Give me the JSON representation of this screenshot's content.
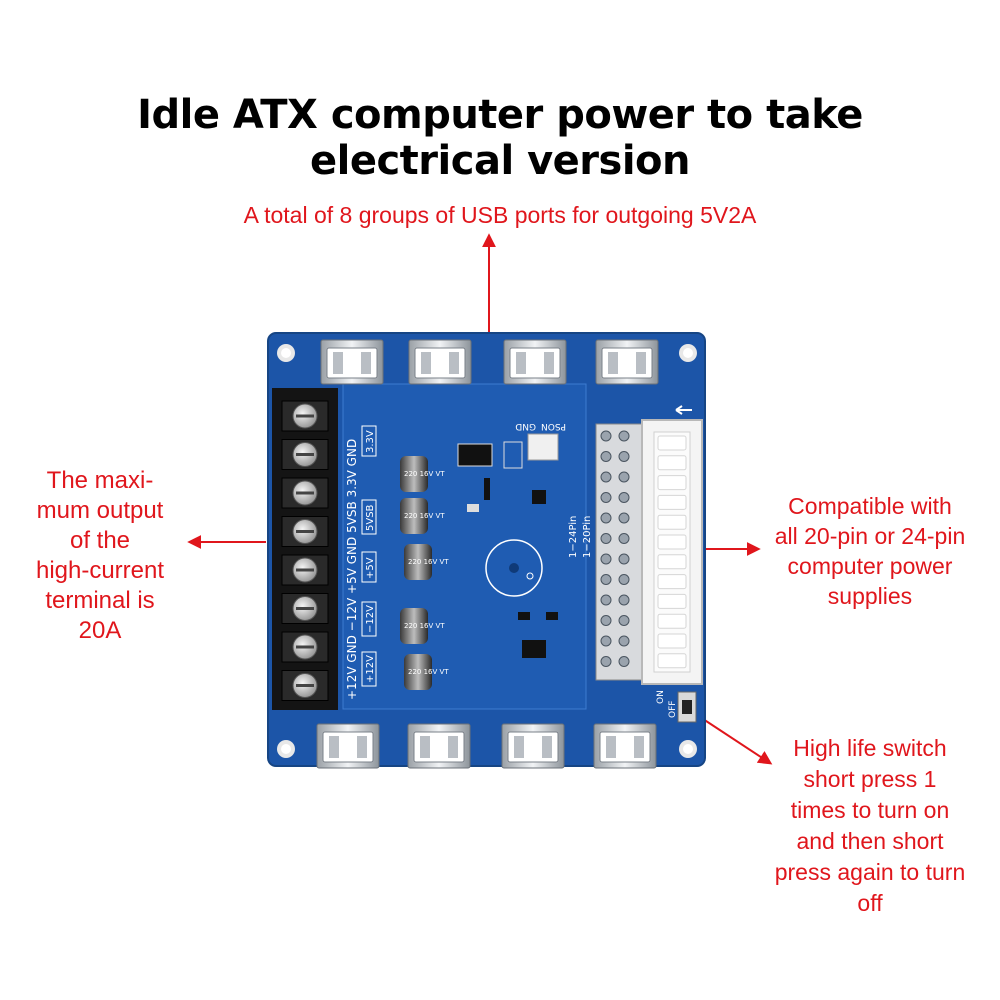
{
  "title": {
    "line1": "Idle ATX computer power to take",
    "line2": "electrical version"
  },
  "annotations": {
    "usb": "A total of 8 groups of USB ports for outgoing 5V2A",
    "terminal": [
      "The maxi-",
      "mum output",
      "of the",
      "high-current",
      "terminal is",
      "20A"
    ],
    "compat": [
      "Compatible with",
      "all 20-pin or 24-pin",
      "computer power",
      "supplies"
    ],
    "switch": [
      "High life switch",
      "short press 1",
      "times to turn on",
      "and then short",
      "press again to turn",
      "off"
    ]
  },
  "board": {
    "terminal_labels": "+12V GND −12V +5V GND 5VSB 3.3V GND",
    "box_3v3": "3.3V",
    "box_5vsb": "5VSB",
    "box_5v": "+5V",
    "box_m12v": "−12V",
    "box_12v": "+12V",
    "pson": "PSON",
    "gnd": "GND",
    "pin24": "1−24Pin",
    "pin20": "1−20Pin",
    "on": "ON",
    "off": "OFF",
    "cap1": "220 16V VT",
    "cap2": "220 16V VT",
    "cap3": "220 16V VT",
    "cap4": "220 16V VT",
    "cap5": "220 16V VT"
  },
  "colors": {
    "board_blue": "#1c55a8",
    "annotation_red": "#e0161c",
    "title": "#000000"
  },
  "icons": {
    "arrow": "red-arrow-icon",
    "usb": "usb-port-icon",
    "screw": "screw-terminal-icon"
  }
}
